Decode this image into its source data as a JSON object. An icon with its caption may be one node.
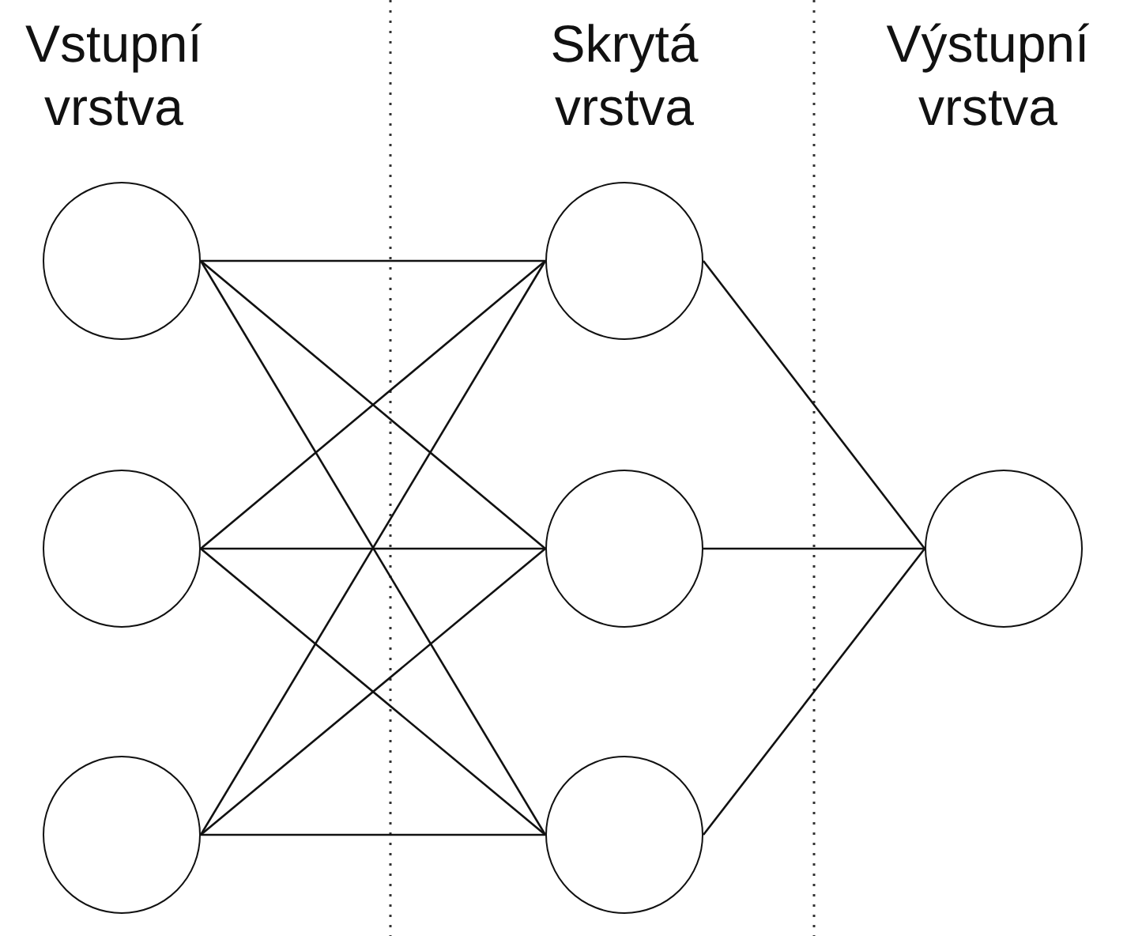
{
  "diagram": {
    "nodes": [
      {
        "text": [],
        "shape": "circle"
      },
      {
        "text": [],
        "shape": "circle"
      },
      {
        "text": [],
        "shape": "circle"
      },
      {
        "text": [],
        "shape": "circle"
      },
      {
        "text": [],
        "shape": "circle"
      },
      {
        "text": [],
        "shape": "circle"
      },
      {
        "text": [],
        "shape": "circle"
      }
    ],
    "edges": [
      {
        "from": 0,
        "to": 3,
        "arrow": "none"
      },
      {
        "from": 0,
        "to": 4,
        "arrow": "none"
      },
      {
        "from": 0,
        "to": 5,
        "arrow": "none"
      },
      {
        "from": 1,
        "to": 3,
        "arrow": "none"
      },
      {
        "from": 1,
        "to": 4,
        "arrow": "none"
      },
      {
        "from": 1,
        "to": 5,
        "arrow": "none"
      },
      {
        "from": 2,
        "to": 3,
        "arrow": "none"
      },
      {
        "from": 2,
        "to": 4,
        "arrow": "none"
      },
      {
        "from": 2,
        "to": 5,
        "arrow": "none"
      },
      {
        "from": 3,
        "to": 6,
        "arrow": "none"
      },
      {
        "from": 4,
        "to": 6,
        "arrow": "none"
      },
      {
        "from": 5,
        "to": 6,
        "arrow": "none"
      }
    ],
    "labels": [
      "Vstupní vrstva",
      "Skrytá vrstva",
      "Výstupní vrstva"
    ]
  }
}
